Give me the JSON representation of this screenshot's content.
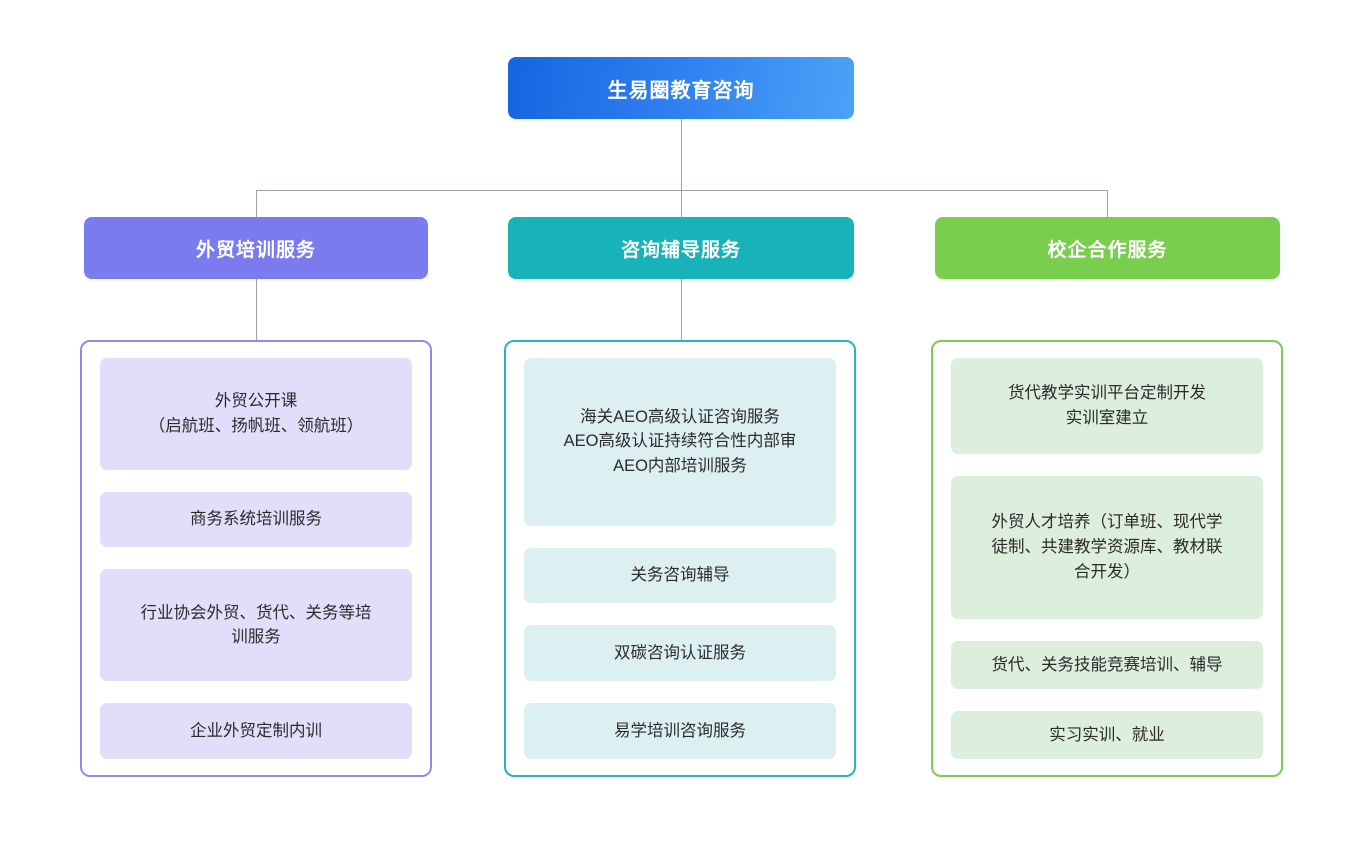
{
  "diagram": {
    "type": "organization-chart",
    "orientation": "top-down",
    "root": {
      "label": "生易圈教育咨询",
      "color_start": "#1565e0",
      "color_end": "#4aa3f7",
      "text_color": "#ffffff"
    },
    "connector_color": "#9aa4ae",
    "background": "#ffffff",
    "columns": [
      {
        "id": "col-0",
        "header": "外贸培训服务",
        "header_color": "#7b7bf0",
        "border_color": "#8d8df0",
        "item_fill": "#e2defa",
        "has_header_connector": true,
        "items": [
          {
            "lines": [
              "外贸公开课",
              "（启航班、扬帆班、领航班）"
            ]
          },
          {
            "lines": [
              "商务系统培训服务"
            ]
          },
          {
            "lines": [
              "行业协会外贸、货代、关务等培",
              "训服务"
            ]
          },
          {
            "lines": [
              "企业外贸定制内训"
            ]
          }
        ]
      },
      {
        "id": "col-1",
        "header": "咨询辅导服务",
        "header_color": "#17b3b8",
        "border_color": "#24b6bd",
        "item_fill": "#dcf0f1",
        "has_header_connector": true,
        "items": [
          {
            "lines": [
              "海关AEO高级认证咨询服务",
              "AEO高级认证持续符合性内部审",
              "AEO内部培训服务"
            ]
          },
          {
            "lines": [
              "关务咨询辅导"
            ]
          },
          {
            "lines": [
              "双碳咨询认证服务"
            ]
          },
          {
            "lines": [
              "易学培训咨询服务"
            ]
          }
        ]
      },
      {
        "id": "col-2",
        "header": "校企合作服务",
        "header_color": "#79ce4e",
        "border_color": "#79ce4e",
        "item_fill": "#dceedc",
        "has_header_connector": false,
        "items": [
          {
            "lines": [
              "货代教学实训平台定制开发",
              "实训室建立"
            ]
          },
          {
            "lines": [
              "外贸人才培养（订单班、现代学",
              "徒制、共建教学资源库、教材联",
              "合开发）"
            ]
          },
          {
            "lines": [
              "货代、关务技能竞赛培训、辅导"
            ]
          },
          {
            "lines": [
              "实习实训、就业"
            ]
          }
        ]
      }
    ]
  }
}
